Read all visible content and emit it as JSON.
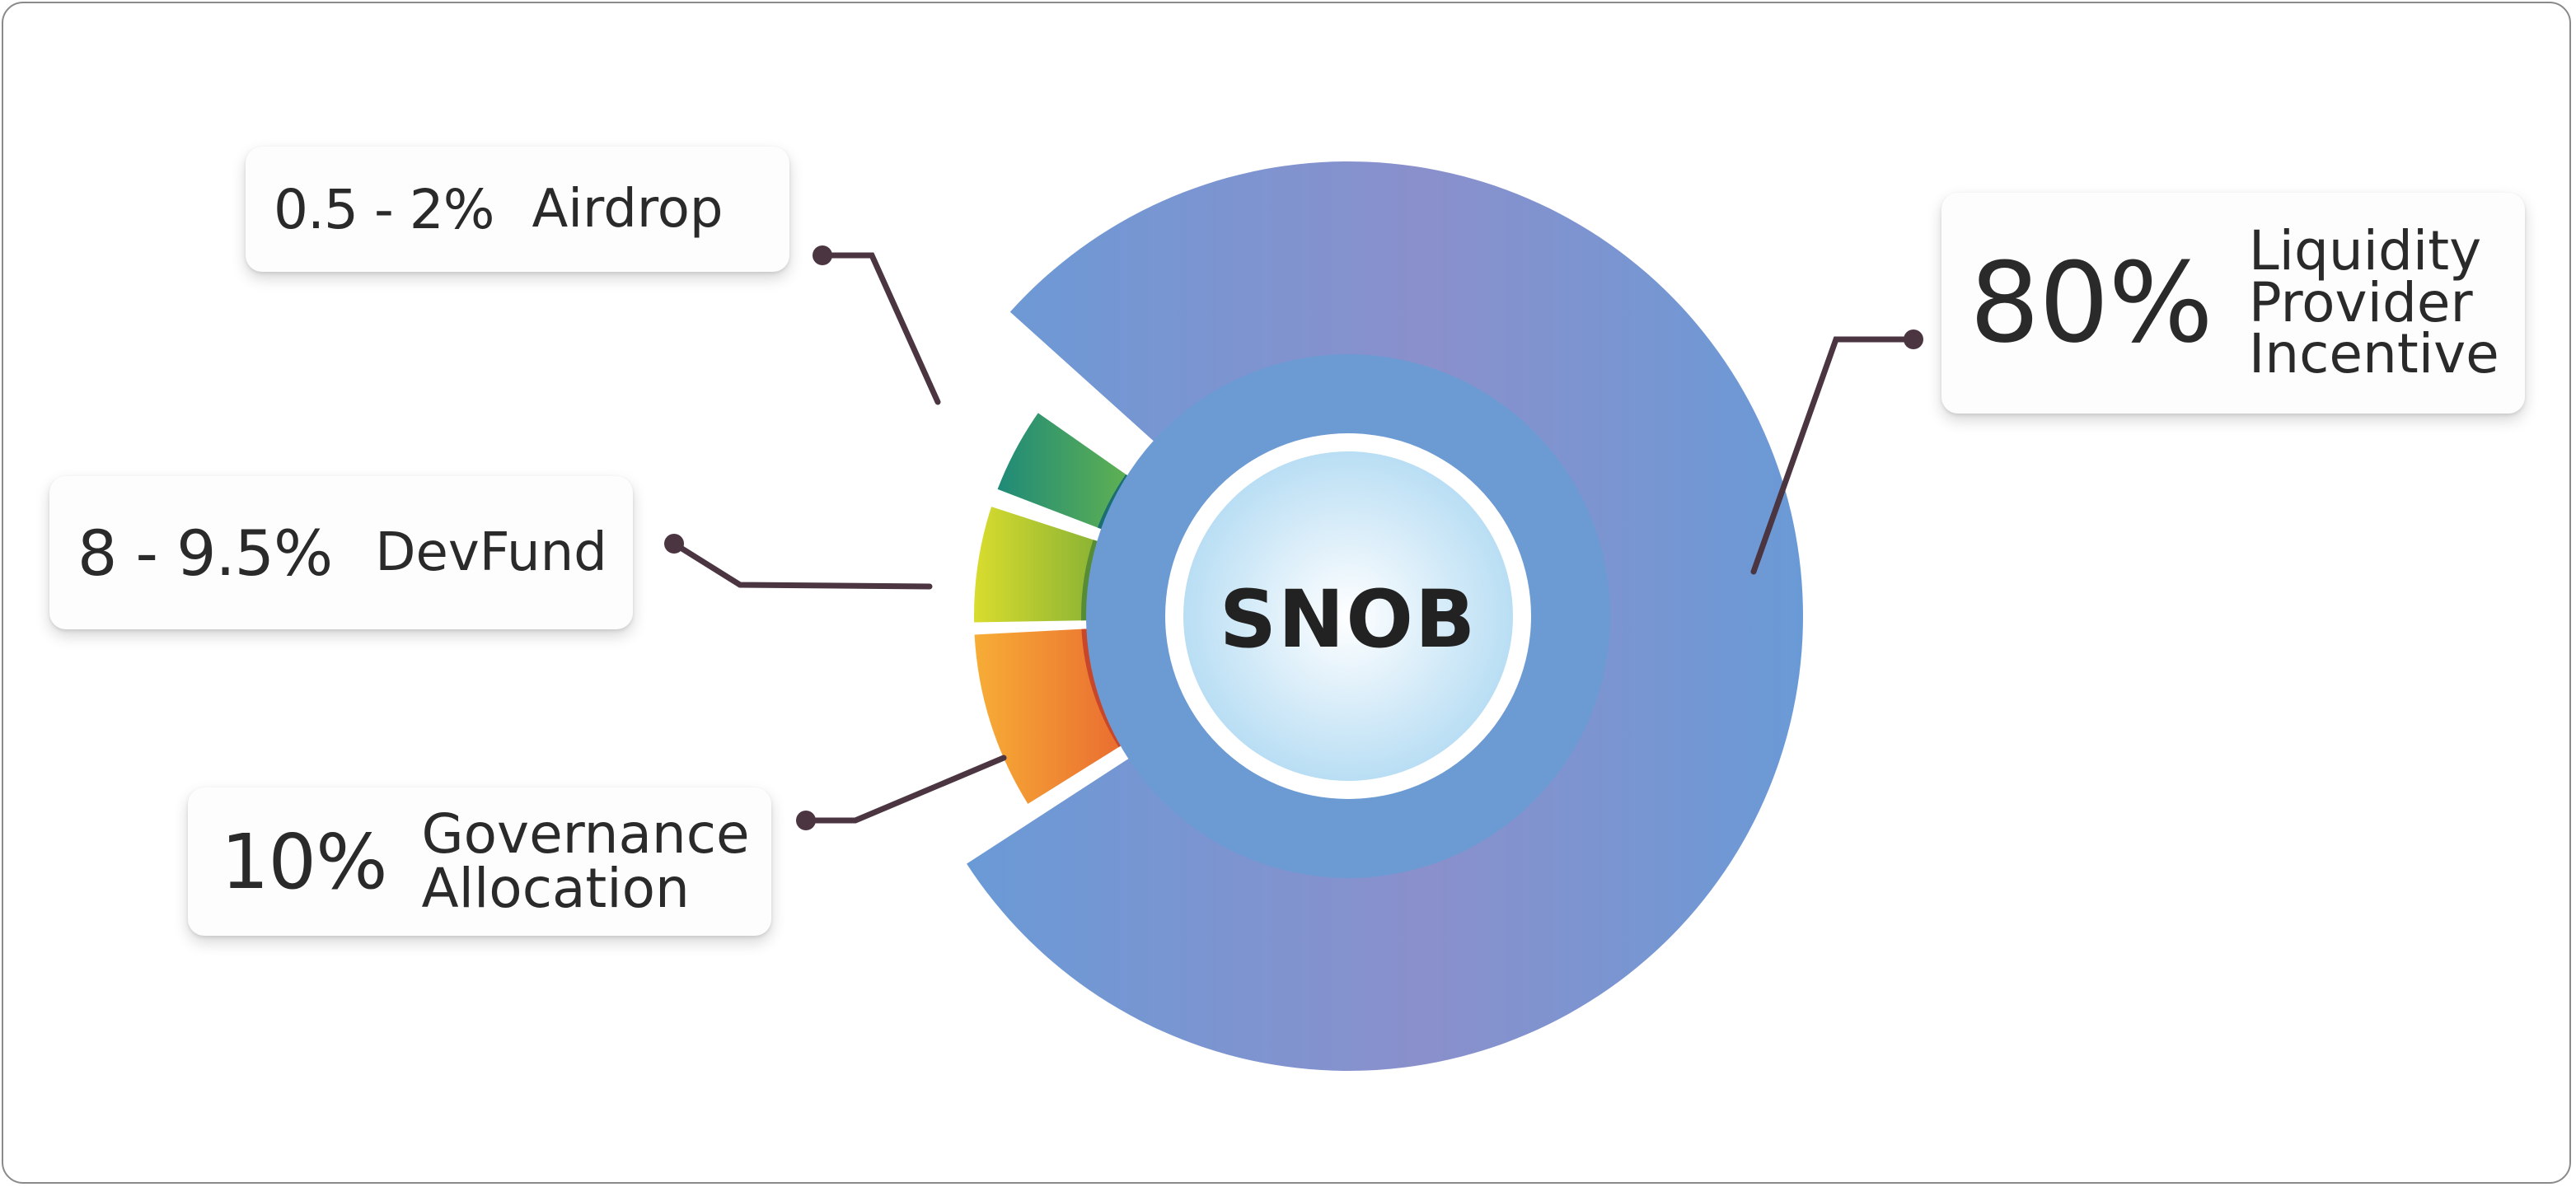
{
  "chart_data": {
    "type": "pie",
    "variant": "donut-exploded",
    "center_text": "SNOB",
    "slices": [
      {
        "key": "lp",
        "pct_text": "80%",
        "label_lines": [
          "Liquidity",
          "Provider",
          "Incentive"
        ],
        "value": 80,
        "color": "#6a9ad6"
      },
      {
        "key": "airdrop",
        "pct_text": "0.5 - 2%",
        "label_lines": [
          "Airdrop"
        ],
        "value": 2,
        "color": "#5aae3c"
      },
      {
        "key": "devfund",
        "pct_text": "8 - 9.5%",
        "label_lines": [
          "DevFund"
        ],
        "value": 9.5,
        "color": "#9ac232"
      },
      {
        "key": "governance",
        "pct_text": "10%",
        "label_lines": [
          "Governance",
          "Allocation"
        ],
        "value": 10,
        "color": "#f07a34"
      }
    ]
  },
  "cards": {
    "airdrop": {
      "pct": "0.5 - 2%",
      "label": "Airdrop"
    },
    "devfund": {
      "pct": "8 - 9.5%",
      "label": "DevFund"
    },
    "governance": {
      "pct": "10%",
      "label_1": "Governance",
      "label_2": "Allocation"
    },
    "lp": {
      "pct": "80%",
      "label_1": "Liquidity",
      "label_2": "Provider",
      "label_3": "Incentive"
    }
  },
  "colors": {
    "lp_blue": "#6a9ad6",
    "lp_purple": "#8a90cc",
    "airdrop_teal": "#1f8a78",
    "airdrop_green": "#5aae3c",
    "devfund_yellow": "#d9dc2e",
    "devfund_green": "#5f9d38",
    "gov_orange": "#f5a638",
    "gov_red": "#e4532e",
    "leader": "#4a3540",
    "center_fill": "#d8eefa"
  }
}
